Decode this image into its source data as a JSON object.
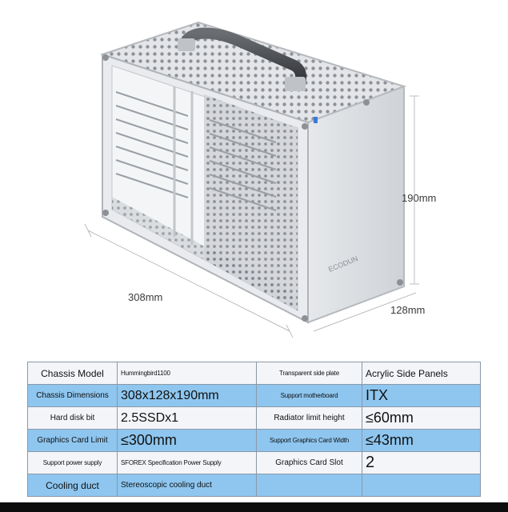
{
  "dimensions": {
    "length": "308mm",
    "width": "128mm",
    "height": "190mm"
  },
  "brand_mark": "ECODUN",
  "specs": [
    {
      "k1": "Chassis Model",
      "v1": "Hummingbird1100",
      "k2": "Transparent side plate",
      "v2": "Acrylic Side Panels"
    },
    {
      "k1": "Chassis Dimensions",
      "v1": "308x128x190mm",
      "k2": "Support motherboard",
      "v2": "ITX"
    },
    {
      "k1": "Hard disk bit",
      "v1": "2.5SSDx1",
      "k2": "Radiator limit height",
      "v2": "≤60mm"
    },
    {
      "k1": "Graphics Card Limit",
      "v1": "≤300mm",
      "k2": "Support Graphics Card Width",
      "v2": "≤43mm"
    },
    {
      "k1": "Support power supply",
      "v1": "SFOREX Specification Power Supply",
      "k2": "Graphics Card Slot",
      "v2": "2"
    },
    {
      "k1": "Cooling duct",
      "v1": "Stereoscopic cooling duct",
      "k2": "",
      "v2": ""
    }
  ],
  "colors": {
    "row_blue": "#8ec6ef",
    "row_white": "#f3f5f8",
    "chassis_silver": "#d9dcdf"
  }
}
